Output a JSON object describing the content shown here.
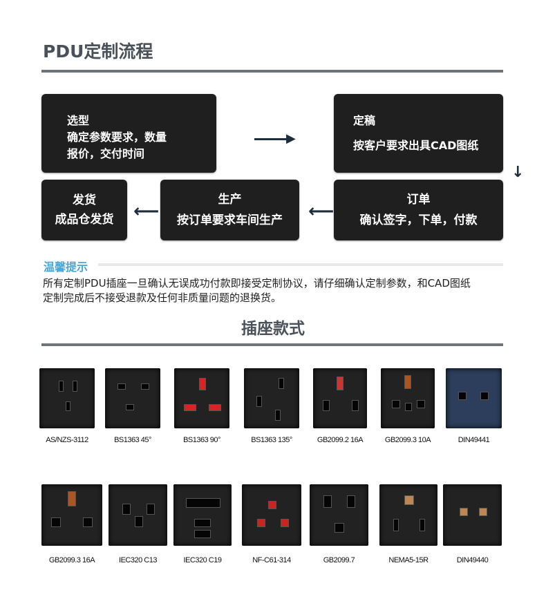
{
  "process": {
    "title": "PDU定制流程",
    "steps": {
      "select": {
        "title": "选型",
        "line1": "确定参数要求，数量",
        "line2": "报价，交付时间"
      },
      "draft": {
        "title": "定稿",
        "line1": "按客户要求出具CAD图纸"
      },
      "order": {
        "title": "订单",
        "line1": "确认签字，下单，付款"
      },
      "produce": {
        "title": "生产",
        "line1": "按订单要求车间生产"
      },
      "ship": {
        "title": "发货",
        "line1": "成品仓发货"
      }
    }
  },
  "notice": {
    "title": "温馨提示",
    "line1": "所有定制PDU插座一旦确认无误成功付款即接受定制协议，请仔细确认定制参数，和CAD图纸",
    "line2": "定制完成后不接受退款及任何非质量问题的退换货。"
  },
  "sockets": {
    "title": "插座款式",
    "row1": [
      "AS/NZS-3112",
      "BS1363 45°",
      "BS1363 90°",
      "BS1363 135°",
      "GB2099.2 16A",
      "GB2099.3 10A",
      "DIN49441"
    ],
    "row2": [
      "GB2099.3 16A",
      "IEC320 C13",
      "IEC320 C19",
      "NF-C61-314",
      "GB2099.7",
      "NEMA5-15R",
      "DIN49440"
    ]
  }
}
